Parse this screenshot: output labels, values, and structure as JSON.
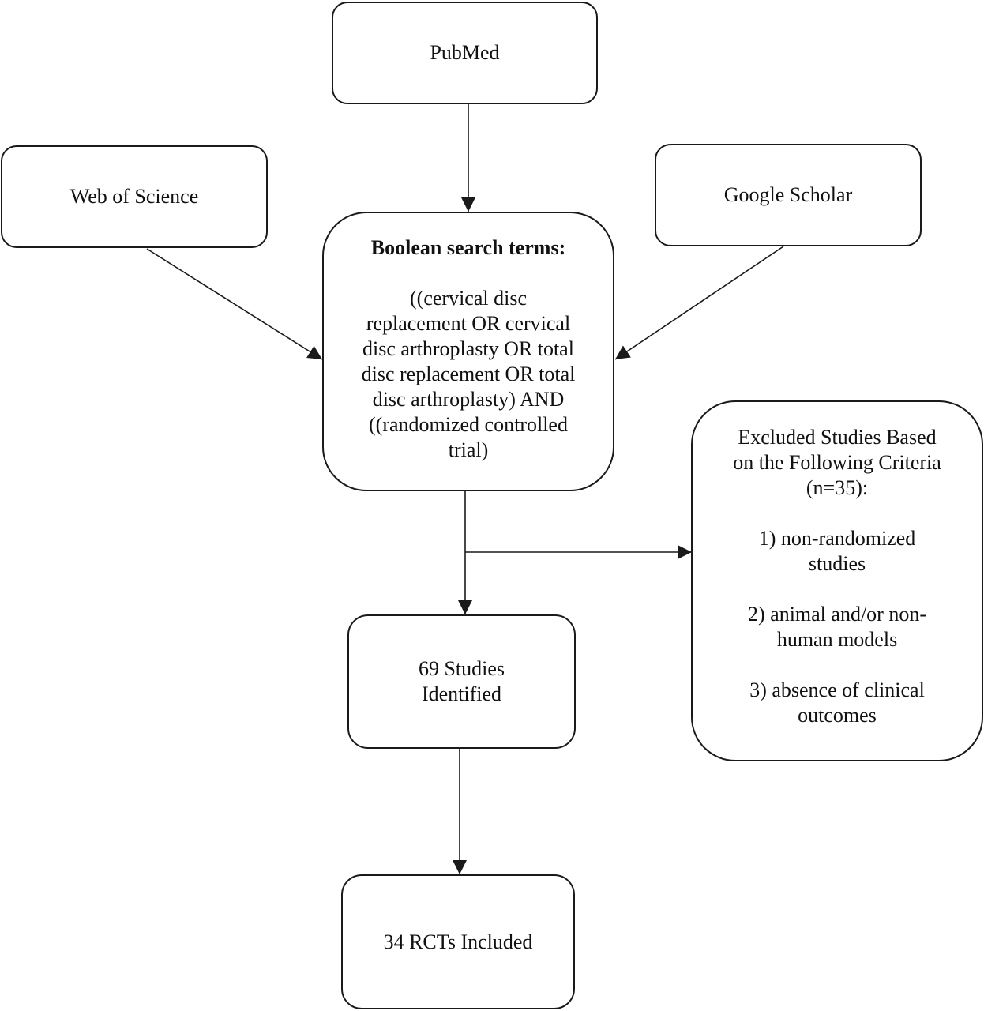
{
  "nodes": {
    "pubmed": {
      "label": "PubMed"
    },
    "web_of_science": {
      "label": "Web of Science"
    },
    "google_scholar": {
      "label": "Google Scholar"
    },
    "boolean": {
      "heading": "Boolean search terms:",
      "lines": [
        "((cervical disc",
        "replacement OR cervical",
        "disc arthroplasty OR total",
        "disc replacement OR total",
        "disc arthroplasty) AND",
        "((randomized controlled",
        "trial)"
      ]
    },
    "identified": {
      "lines": [
        "69 Studies",
        "Identified"
      ]
    },
    "included": {
      "label": "34 RCTs Included"
    },
    "excluded": {
      "heading_lines": [
        "Excluded Studies Based",
        "on the Following Criteria",
        "(n=35):"
      ],
      "criteria": [
        [
          "1) non-randomized",
          "studies"
        ],
        [
          "2) animal and/or non-",
          "human models"
        ],
        [
          "3) absence of clinical",
          "outcomes"
        ]
      ]
    }
  },
  "colors": {
    "stroke": "#1a1a1a",
    "background": "#ffffff"
  }
}
